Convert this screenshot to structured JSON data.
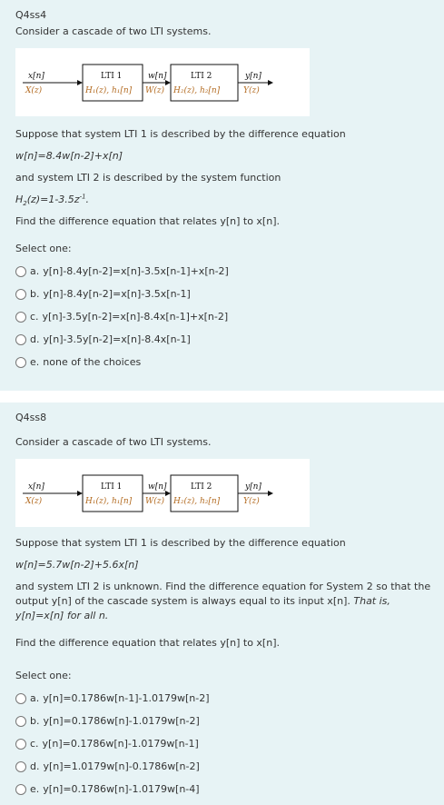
{
  "q1": {
    "number": "Q4ss4",
    "intro": "Consider a cascade of two LTI systems.",
    "diagram": {
      "in_top": "x[n]",
      "in_bottom": "X(z)",
      "box1_title": "LTI 1",
      "box1_sub": "H₁(z), h₁[n]",
      "mid_top": "w[n]",
      "mid_bottom": "W(z)",
      "box2_title": "LTI 2",
      "box2_sub": "H₂(z), h₂[n]",
      "out_top": "y[n]",
      "out_bottom": "Y(z)"
    },
    "p1": "Suppose that system LTI 1 is described by the difference equation",
    "eq1": "w[n]=8.4w[n-2]+x[n]",
    "p2": "and system LTI 2 is described by the system function",
    "eq2_main": "H",
    "eq2_sub": "2",
    "eq2_mid": "(z)=1-3.5z",
    "eq2_sup": "-1",
    "eq2_end": ".",
    "p3": "Find the difference equation that relates y[n] to x[n].",
    "select": "Select one:",
    "choices": [
      {
        "letter": "a.",
        "text": "y[n]-8.4y[n-2]=x[n]-3.5x[n-1]+x[n-2]"
      },
      {
        "letter": "b.",
        "text": "y[n]-8.4y[n-2]=x[n]-3.5x[n-1]"
      },
      {
        "letter": "c.",
        "text": "y[n]-3.5y[n-2]=x[n]-8.4x[n-1]+x[n-2]"
      },
      {
        "letter": "d.",
        "text": "y[n]-3.5y[n-2]=x[n]-8.4x[n-1]"
      },
      {
        "letter": "e.",
        "text": "none of the choices"
      }
    ]
  },
  "q2": {
    "number": "Q4ss8",
    "intro": "Consider a cascade of two LTI systems.",
    "diagram": {
      "in_top": "x[n]",
      "in_bottom": "X(z)",
      "box1_title": "LTI 1",
      "box1_sub": "H₁(z), h₁[n]",
      "mid_top": "w[n]",
      "mid_bottom": "W(z)",
      "box2_title": "LTI 2",
      "box2_sub": "H₂(z), h₂[n]",
      "out_top": "y[n]",
      "out_bottom": "Y(z)"
    },
    "p1": "Suppose that system LTI 1 is described by the difference equation",
    "eq1": "w[n]=5.7w[n-2]+5.6x[n]",
    "p2a": "and system LTI 2 is unknown.  Find the difference equation for System 2 so that the output y[n] of the cascade system is always equal to its input x[n]. ",
    "p2b": "That is, y[n]=x[n] for all n.",
    "p3": "Find the difference equation that relates y[n] to x[n].",
    "select": "Select one:",
    "choices": [
      {
        "letter": "a.",
        "text": "y[n]=0.1786w[n-1]-1.0179w[n-2]"
      },
      {
        "letter": "b.",
        "text": "y[n]=0.1786w[n]-1.0179w[n-2]"
      },
      {
        "letter": "c.",
        "text": "y[n]=0.1786w[n]-1.0179w[n-1]"
      },
      {
        "letter": "d.",
        "text": "y[n]=1.0179w[n]-0.1786w[n-2]"
      },
      {
        "letter": "e.",
        "text": "y[n]=0.1786w[n]-1.0179w[n-4]"
      }
    ]
  }
}
